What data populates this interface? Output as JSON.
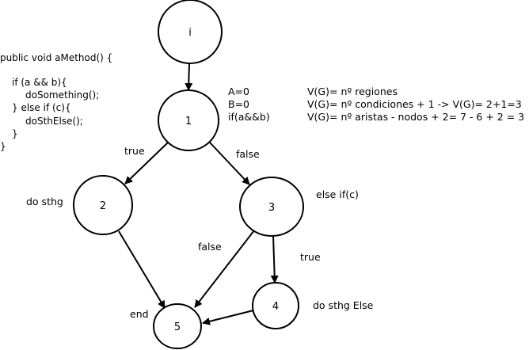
{
  "code": [
    "public void aMethod() {",
    "",
    "    if (a && b){",
    "        doSomething();",
    "    }  else if (c){",
    "        doSthElse();",
    "    }",
    "}"
  ],
  "nodes": [
    {
      "id": "i",
      "label": "i"
    },
    {
      "id": "1",
      "label": "1"
    },
    {
      "id": "2",
      "label": "2"
    },
    {
      "id": "3",
      "label": "3"
    },
    {
      "id": "4",
      "label": "4"
    },
    {
      "id": "5",
      "label": "5"
    }
  ],
  "edges": [
    {
      "from": "i",
      "to": "1",
      "label": ""
    },
    {
      "from": "1",
      "to": "2",
      "label": "true"
    },
    {
      "from": "1",
      "to": "3",
      "label": "false"
    },
    {
      "from": "2",
      "to": "5",
      "label": ""
    },
    {
      "from": "3",
      "to": "5",
      "label": "false"
    },
    {
      "from": "3",
      "to": "4",
      "label": "true"
    },
    {
      "from": "4",
      "to": "5",
      "label": ""
    }
  ],
  "annotations": {
    "node1": [
      "A=0",
      "B=0",
      "if(a&&b)"
    ],
    "complexity": [
      "V(G)= nº regiones",
      "V(G)= nº condiciones + 1 -> V(G)= 2+1=3",
      "V(G)= nº aristas - nodos + 2= 7 - 6 + 2 = 3"
    ],
    "node2": "do sthg",
    "node3": "else if(c)",
    "node4": "do sthg Else",
    "node5": "end"
  }
}
